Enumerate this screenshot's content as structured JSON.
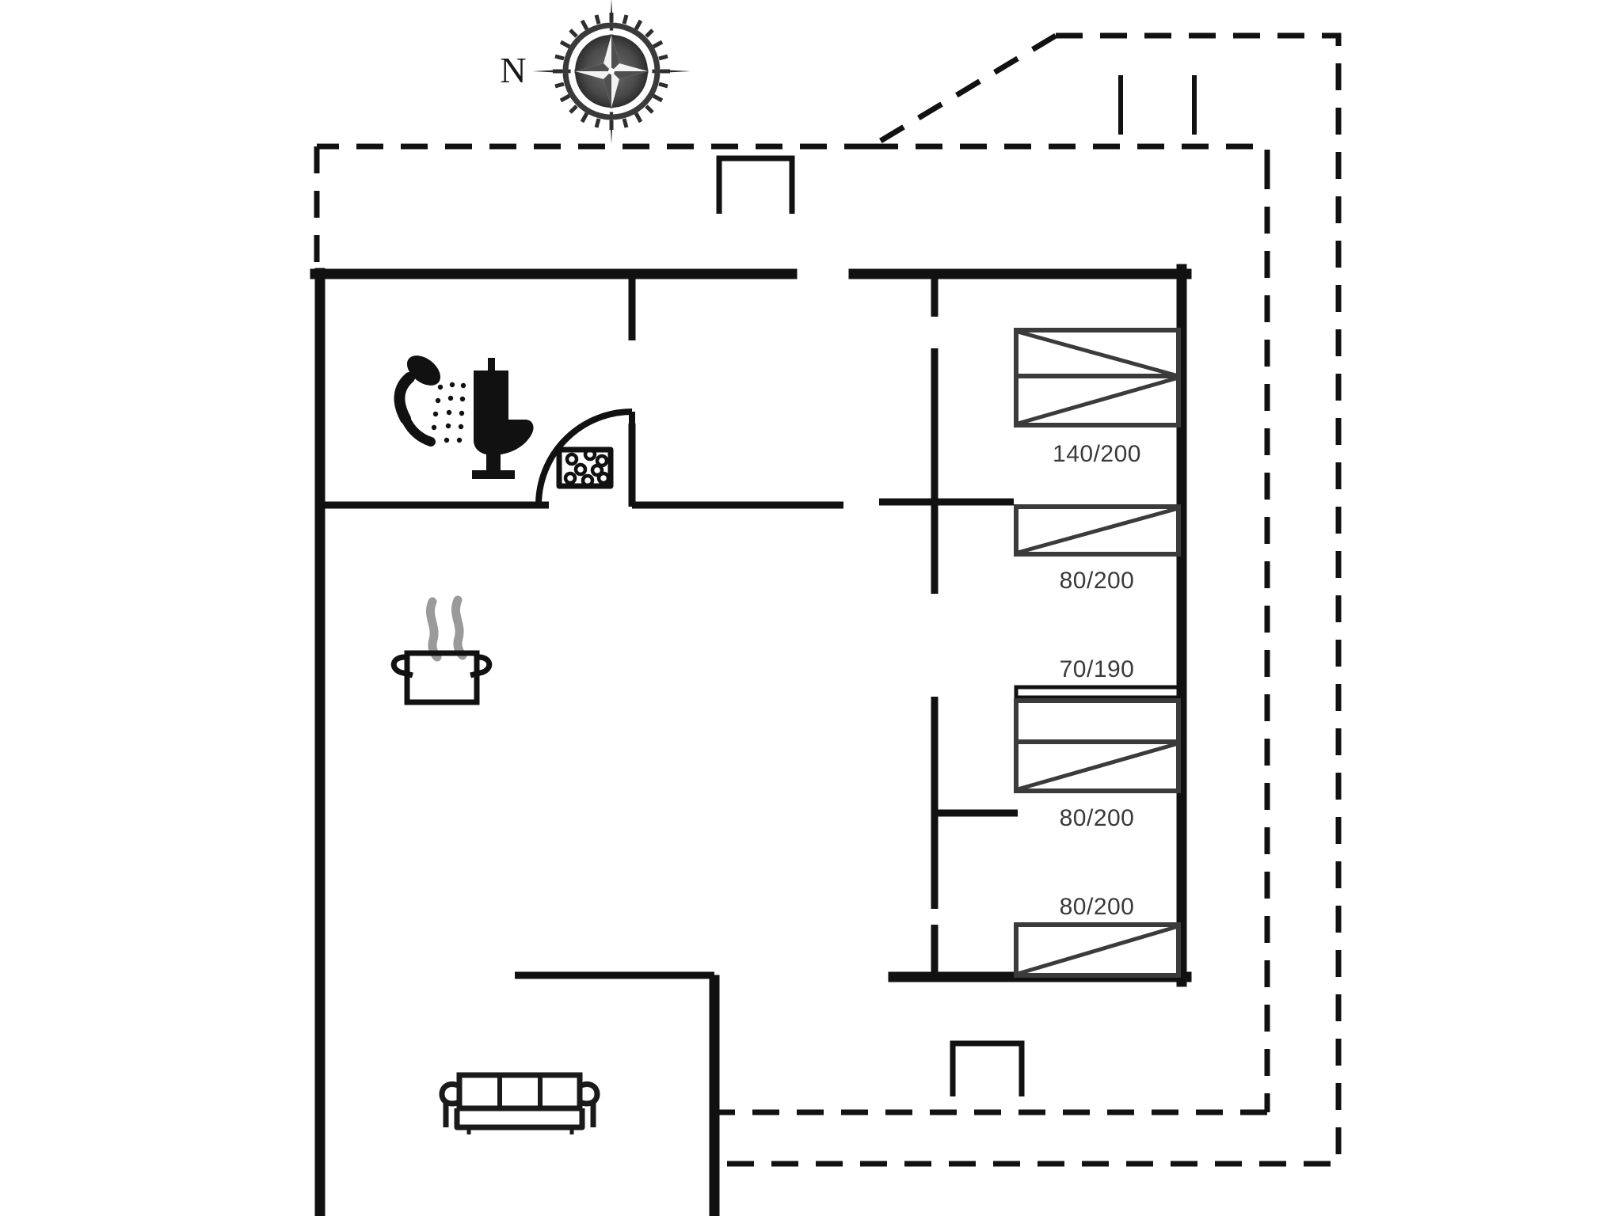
{
  "plan": {
    "title": "Holiday house floor plan",
    "compass": {
      "north_label": "N",
      "icon": "compass-rose-icon"
    },
    "line_colors": {
      "wall": "#111111",
      "furniture": "#1a1a1a",
      "terrace_dashed": "#111111",
      "steam": "#9a9a9a",
      "label_text": "#3a3a3a",
      "background": "#ffffff"
    },
    "rooms": [
      {
        "name": "bathroom",
        "icons": [
          "shower-icon",
          "toilet-icon",
          "washing-machine-icon"
        ]
      },
      {
        "name": "kitchen-living-room",
        "icons": [
          "cooking-pot-icon",
          "sofa-icon"
        ]
      },
      {
        "name": "bedroom-1",
        "beds": [
          "140/200"
        ]
      },
      {
        "name": "bedroom-2",
        "beds": [
          "80/200"
        ]
      },
      {
        "name": "bedroom-3",
        "beds": [
          "80/200"
        ]
      },
      {
        "name": "bedroom-4",
        "beds": [
          "80/200"
        ]
      }
    ],
    "beds": [
      {
        "id": "bed-double",
        "label": "140/200",
        "type": "double"
      },
      {
        "id": "bed-single-1",
        "label": "80/200",
        "type": "single"
      },
      {
        "id": "bed-single-2",
        "label": "80/200",
        "type": "single"
      },
      {
        "id": "bed-single-3",
        "label": "80/200",
        "type": "single"
      }
    ],
    "doors": [
      {
        "id": "door-70-190",
        "label": "70/190"
      }
    ],
    "icons": [
      {
        "id": "shower-icon",
        "name": "shower-icon"
      },
      {
        "id": "toilet-icon",
        "name": "toilet-icon"
      },
      {
        "id": "washing-machine-icon",
        "name": "washing-machine-icon"
      },
      {
        "id": "cooking-pot-icon",
        "name": "cooking-pot-icon"
      },
      {
        "id": "sofa-icon",
        "name": "sofa-icon"
      },
      {
        "id": "compass-rose-icon",
        "name": "compass-rose-icon"
      }
    ],
    "labels": {
      "bed_double": "140/200",
      "bed_single_top": "80/200",
      "door_bedroom": "70/190",
      "bed_single_mid": "80/200",
      "bed_single_bottom": "80/200",
      "north": "N"
    }
  }
}
